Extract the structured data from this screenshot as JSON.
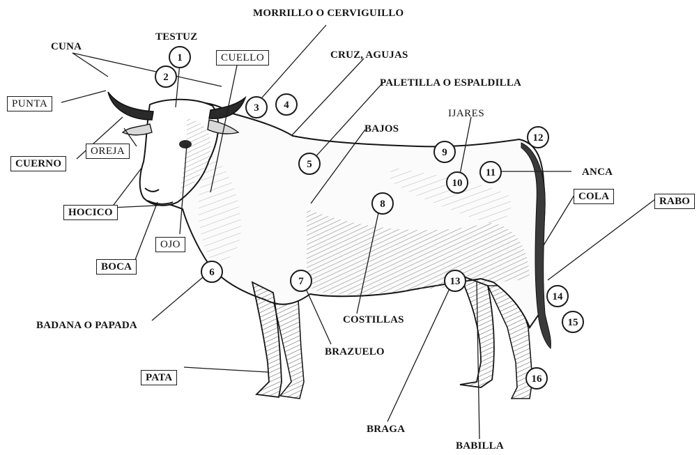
{
  "labels": {
    "morrillo": "MORRILLO O CERVIGUILLO",
    "testuz": "TESTUZ",
    "cuna": "CUNA",
    "cuello": "CUELLO",
    "cruz": "CRUZ, AGUJAS",
    "paletilla": "PALETILLA O ESPALDILLA",
    "punta": "PUNTA",
    "ijares": "IJARES",
    "bajos": "BAJOS",
    "oreja": "OREJA",
    "cuerno": "CUERNO",
    "anca": "ANCA",
    "cola": "COLA",
    "rabo": "RABO",
    "hocico": "HOCICO",
    "ojo": "OJO",
    "boca": "BOCA",
    "badana": "BADANA O PAPADA",
    "costillas": "COSTILLAS",
    "brazuelo": "BRAZUELO",
    "pata": "PATA",
    "braga": "BRAGA",
    "babilla": "BABILLA"
  },
  "markers": [
    "1",
    "2",
    "3",
    "4",
    "5",
    "6",
    "7",
    "8",
    "9",
    "10",
    "11",
    "12",
    "13",
    "14",
    "15",
    "16"
  ]
}
